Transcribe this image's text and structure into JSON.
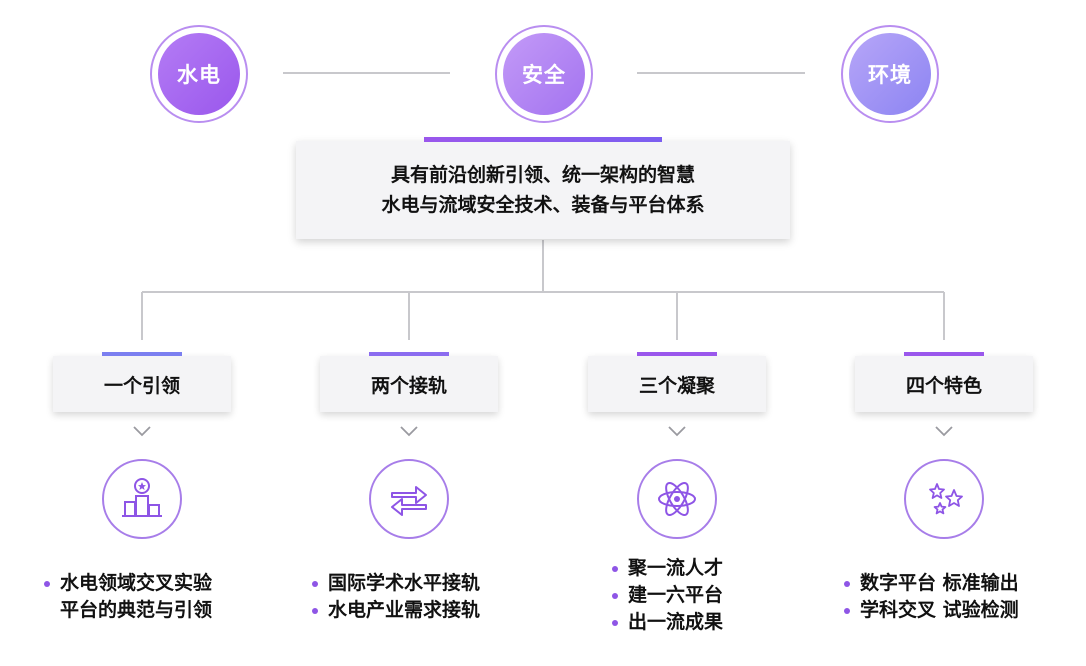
{
  "top_circles": [
    {
      "label": "水电"
    },
    {
      "label": "安全"
    },
    {
      "label": "环境"
    }
  ],
  "center": {
    "line1": "具有前沿创新引领、统一架构的智慧",
    "line2": "水电与流域安全技术、装备与平台体系"
  },
  "pillars": [
    {
      "title": "一个引领",
      "icon": "podium-star-icon",
      "bullets": [
        "水电领域交叉实验",
        "平台的典范与引领"
      ]
    },
    {
      "title": "两个接轨",
      "icon": "two-way-arrows-icon",
      "bullets": [
        "国际学术水平接轨",
        "水电产业需求接轨"
      ]
    },
    {
      "title": "三个凝聚",
      "icon": "atom-icon",
      "bullets": [
        "聚一流人才",
        "建一六平台",
        "出一流成果"
      ]
    },
    {
      "title": "四个特色",
      "icon": "stars-icon",
      "bullets": [
        "数字平台 标准输出",
        "学科交叉 试验检测"
      ]
    }
  ],
  "colors": {
    "accent_purple": "#9a57ec",
    "accent_blue": "#7b7ff0",
    "line_gray": "#c8c8cc"
  }
}
